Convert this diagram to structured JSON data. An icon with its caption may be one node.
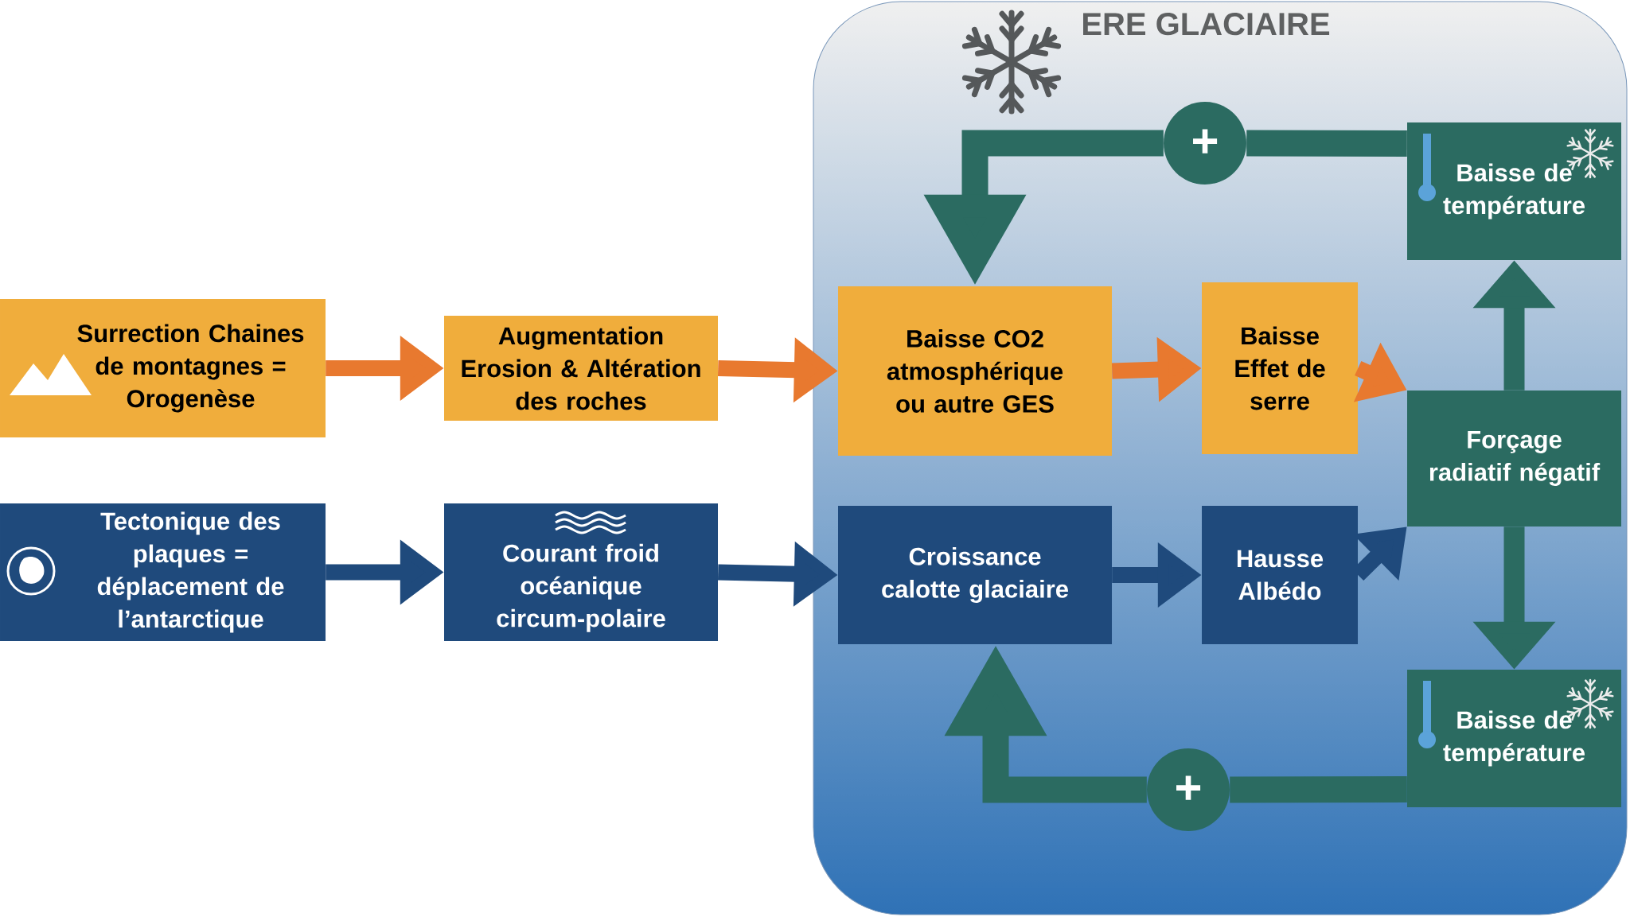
{
  "diagram": {
    "nodes": [
      {
        "text": [
          "ERE GLACIAIRE"
        ]
      },
      {
        "text": [
          "Surrection Chaines de montagnes = Orogenèse"
        ]
      },
      {
        "text": [
          "Augmentation Erosion & Altération des roches"
        ]
      },
      {
        "text": [
          "Tectonique des plaques = déplacement de l’antarctique"
        ]
      },
      {
        "text": [
          "Courant froid océanique circum-polaire"
        ]
      },
      {
        "text": [
          "Baisse CO2 atmosphérique ou autre GES"
        ],
        "in": 0
      },
      {
        "text": [
          "Baisse Effet de serre"
        ],
        "in": 0
      },
      {
        "text": [
          "Baisse de température"
        ],
        "in": 0
      },
      {
        "text": [
          "Forçage radiatif négatif"
        ],
        "in": 0
      },
      {
        "text": [
          "Croissance calotte glaciaire"
        ],
        "in": 0
      },
      {
        "text": [
          "Hausse Albédo"
        ],
        "in": 0
      },
      {
        "text": [
          "Baisse de température"
        ],
        "in": 0
      },
      {
        "text": [
          "+"
        ],
        "in": 0
      },
      {
        "text": [
          "+"
        ],
        "in": 0
      }
    ],
    "edges": [
      {
        "from": 1,
        "to": 2,
        "arrow": "to",
        "color": "#e8792f"
      },
      {
        "from": 2,
        "to": 5,
        "arrow": "to",
        "color": "#e8792f"
      },
      {
        "from": 5,
        "to": 6,
        "arrow": "to",
        "color": "#e8792f"
      },
      {
        "from": 6,
        "to": 8,
        "arrow": "to",
        "color": "#e8792f"
      },
      {
        "from": 3,
        "to": 4,
        "arrow": "to",
        "color": "#1f4a7c"
      },
      {
        "from": 4,
        "to": 9,
        "arrow": "to",
        "color": "#1f4a7c"
      },
      {
        "from": 9,
        "to": 10,
        "arrow": "to",
        "color": "#1f4a7c"
      },
      {
        "from": 10,
        "to": 8,
        "arrow": "to",
        "color": "#1f4a7c"
      },
      {
        "from": 8,
        "to": 7,
        "arrow": "to",
        "color": "#2b6b61"
      },
      {
        "from": 8,
        "to": 11,
        "arrow": "to",
        "color": "#2b6b61"
      },
      {
        "from": 7,
        "to": 12,
        "arrow": "none",
        "color": "#2b6b61"
      },
      {
        "from": 12,
        "to": 5,
        "arrow": "to",
        "color": "#2b6b61"
      },
      {
        "from": 11,
        "to": 13,
        "arrow": "none",
        "color": "#2b6b61"
      },
      {
        "from": 13,
        "to": 9,
        "arrow": "to",
        "color": "#2b6b61"
      }
    ]
  }
}
